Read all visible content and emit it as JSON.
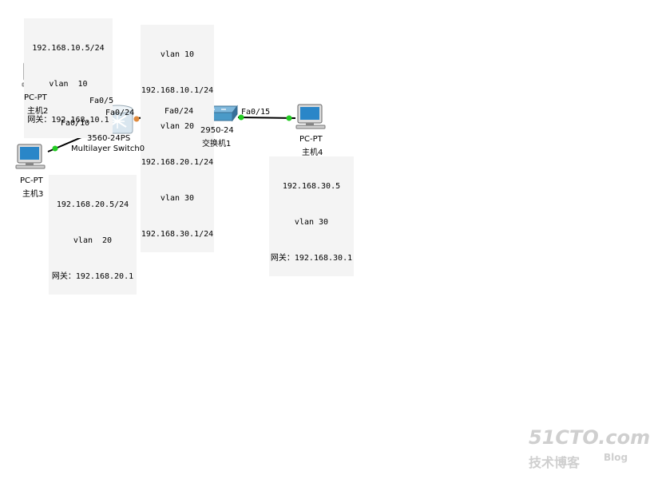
{
  "devices": {
    "host2": {
      "type": "PC-PT",
      "name": "主机2"
    },
    "host3": {
      "type": "PC-PT",
      "name": "主机3"
    },
    "host4": {
      "type": "PC-PT",
      "name": "主机4"
    },
    "mls": {
      "model": "3560-24PS",
      "name": "Multilayer Switch0"
    },
    "sw": {
      "model": "2950-24",
      "name": "交换机1"
    }
  },
  "notes": {
    "host2": [
      "192.168.10.5/24",
      "vlan  10",
      "网关：192.168.10.1"
    ],
    "mls": [
      "vlan 10",
      "192.168.10.1/24",
      "vlan 20",
      "192.168.20.1/24",
      "vlan 30",
      "192.168.30.1/24"
    ],
    "host3": [
      "192.168.20.5/24",
      "vlan  20",
      "网关：192.168.20.1"
    ],
    "host4": [
      "192.168.30.5",
      "vlan 30",
      "网关：192.168.30.1"
    ]
  },
  "ports": {
    "mls_fa05": "Fa0/5",
    "mls_fa010": "Fa0/10",
    "mls_fa024": "Fa0/24",
    "sw_fa024": "Fa0/24",
    "sw_fa015": "Fa0/15"
  },
  "watermark": {
    "site": "51CTO.com",
    "tagline": "技术博客",
    "blog": "Blog"
  },
  "colors": {
    "link_up": "#22cc22",
    "link_amber": "#e08a3c",
    "pc_screen": "#2a86c8",
    "switch_body": "#4a9ac8"
  }
}
